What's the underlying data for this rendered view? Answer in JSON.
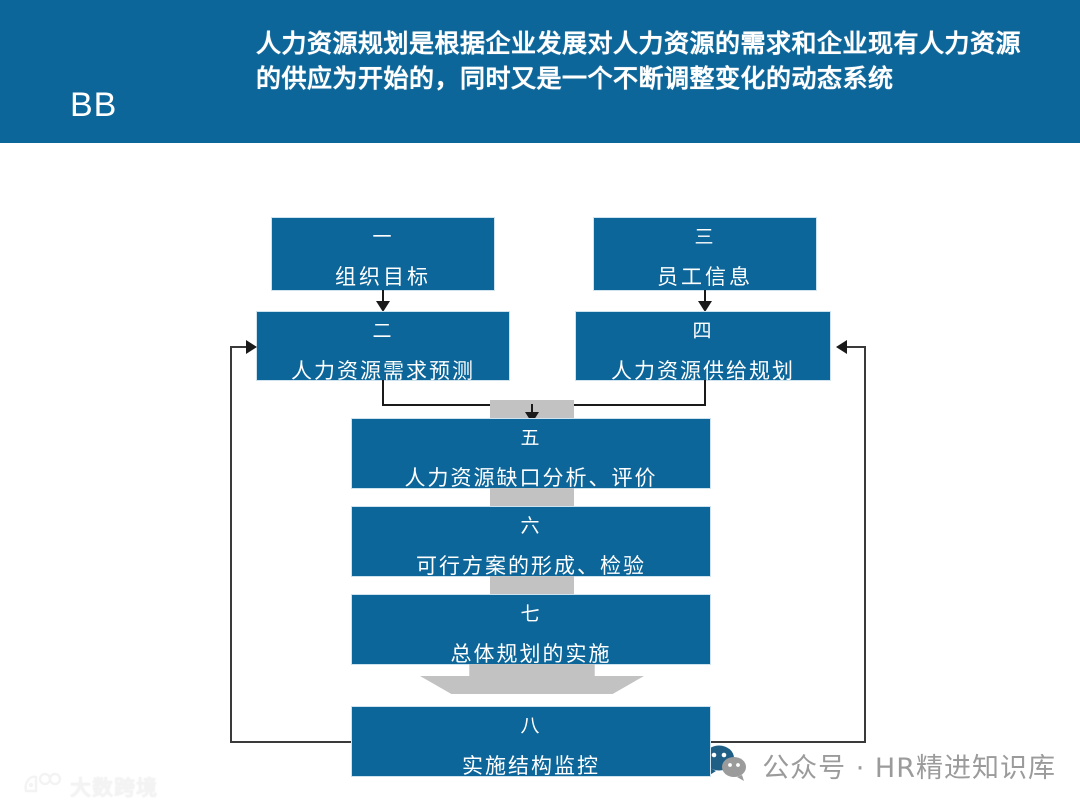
{
  "header": {
    "brand": "BB",
    "title": "人力资源规划是根据企业发展对人力资源的需求和企业现有人力资源的供应为开始的，同时又是一个不断调整变化的动态系统",
    "background_color": "#0d6699",
    "text_color": "#ffffff"
  },
  "diagram": {
    "type": "flowchart",
    "node_color": "#0d6699",
    "node_text_color": "#ffffff",
    "connector_color": "#c2c2c2",
    "line_color": "#1a1a1a",
    "nodes": [
      {
        "id": "n1",
        "num": "一",
        "label": "组织目标"
      },
      {
        "id": "n2",
        "num": "二",
        "label": "人力资源需求预测"
      },
      {
        "id": "n3",
        "num": "三",
        "label": "员工信息"
      },
      {
        "id": "n4",
        "num": "四",
        "label": "人力资源供给规划"
      },
      {
        "id": "n5",
        "num": "五",
        "label": "人力资源缺口分析、评价"
      },
      {
        "id": "n6",
        "num": "六",
        "label": "可行方案的形成、检验"
      },
      {
        "id": "n7",
        "num": "七",
        "label": "总体规划的实施"
      },
      {
        "id": "n8",
        "num": "八",
        "label": "实施结构监控"
      }
    ],
    "edges": [
      {
        "from": "n1",
        "to": "n2",
        "style": "arrow-down"
      },
      {
        "from": "n3",
        "to": "n4",
        "style": "arrow-down"
      },
      {
        "from": "n2",
        "to": "n5",
        "style": "merge-arrow-down"
      },
      {
        "from": "n4",
        "to": "n5",
        "style": "merge-arrow-down"
      },
      {
        "from": "n5",
        "to": "n6",
        "style": "gray-block"
      },
      {
        "from": "n6",
        "to": "n7",
        "style": "gray-block"
      },
      {
        "from": "n7",
        "to": "n8",
        "style": "gray-wide-arrow"
      },
      {
        "from": "n8",
        "to": "n2",
        "style": "feedback-left"
      },
      {
        "from": "n8",
        "to": "n4",
        "style": "feedback-right"
      }
    ]
  },
  "watermarks": {
    "left": {
      "text": "大数跨境",
      "icon": "daishu-logo-icon"
    },
    "right": {
      "text": "公众号 · HR精进知识库",
      "icon": "wechat-icon"
    }
  }
}
